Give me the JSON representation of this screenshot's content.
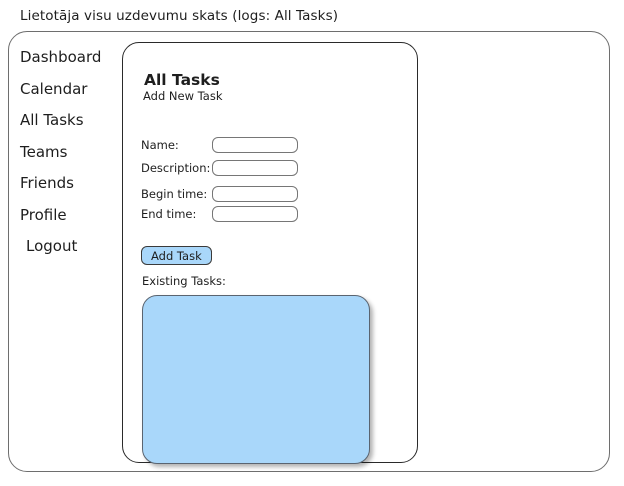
{
  "window": {
    "title": "Lietotāja visu uzdevumu skats (logs: All Tasks)"
  },
  "sidebar": {
    "items": [
      {
        "label": "Dashboard",
        "name": "dashboard"
      },
      {
        "label": "Calendar",
        "name": "calendar"
      },
      {
        "label": "All Tasks",
        "name": "all-tasks"
      },
      {
        "label": "Teams",
        "name": "teams"
      },
      {
        "label": "Friends",
        "name": "friends"
      },
      {
        "label": "Profile",
        "name": "profile"
      },
      {
        "label": "Logout",
        "name": "logout"
      }
    ]
  },
  "panel": {
    "title": "All Tasks",
    "subtitle": "Add New Task",
    "form": {
      "fields": [
        {
          "label": "Name:",
          "value": "",
          "placeholder": ""
        },
        {
          "label": "Description:",
          "value": "",
          "placeholder": ""
        },
        {
          "label": "Begin time:",
          "value": "",
          "placeholder": ""
        },
        {
          "label": "End time:",
          "value": "",
          "placeholder": ""
        }
      ],
      "submit_label": "Add Task"
    },
    "existing_tasks": {
      "label": "Existing Tasks:",
      "items": [],
      "empty_text": ""
    }
  },
  "colors": {
    "accent_blue": "#a9d7fa",
    "panel_border": "#2a2a2a",
    "frame_border": "#6e6e6e",
    "input_border": "#767676",
    "text": "#1e1e1e"
  }
}
